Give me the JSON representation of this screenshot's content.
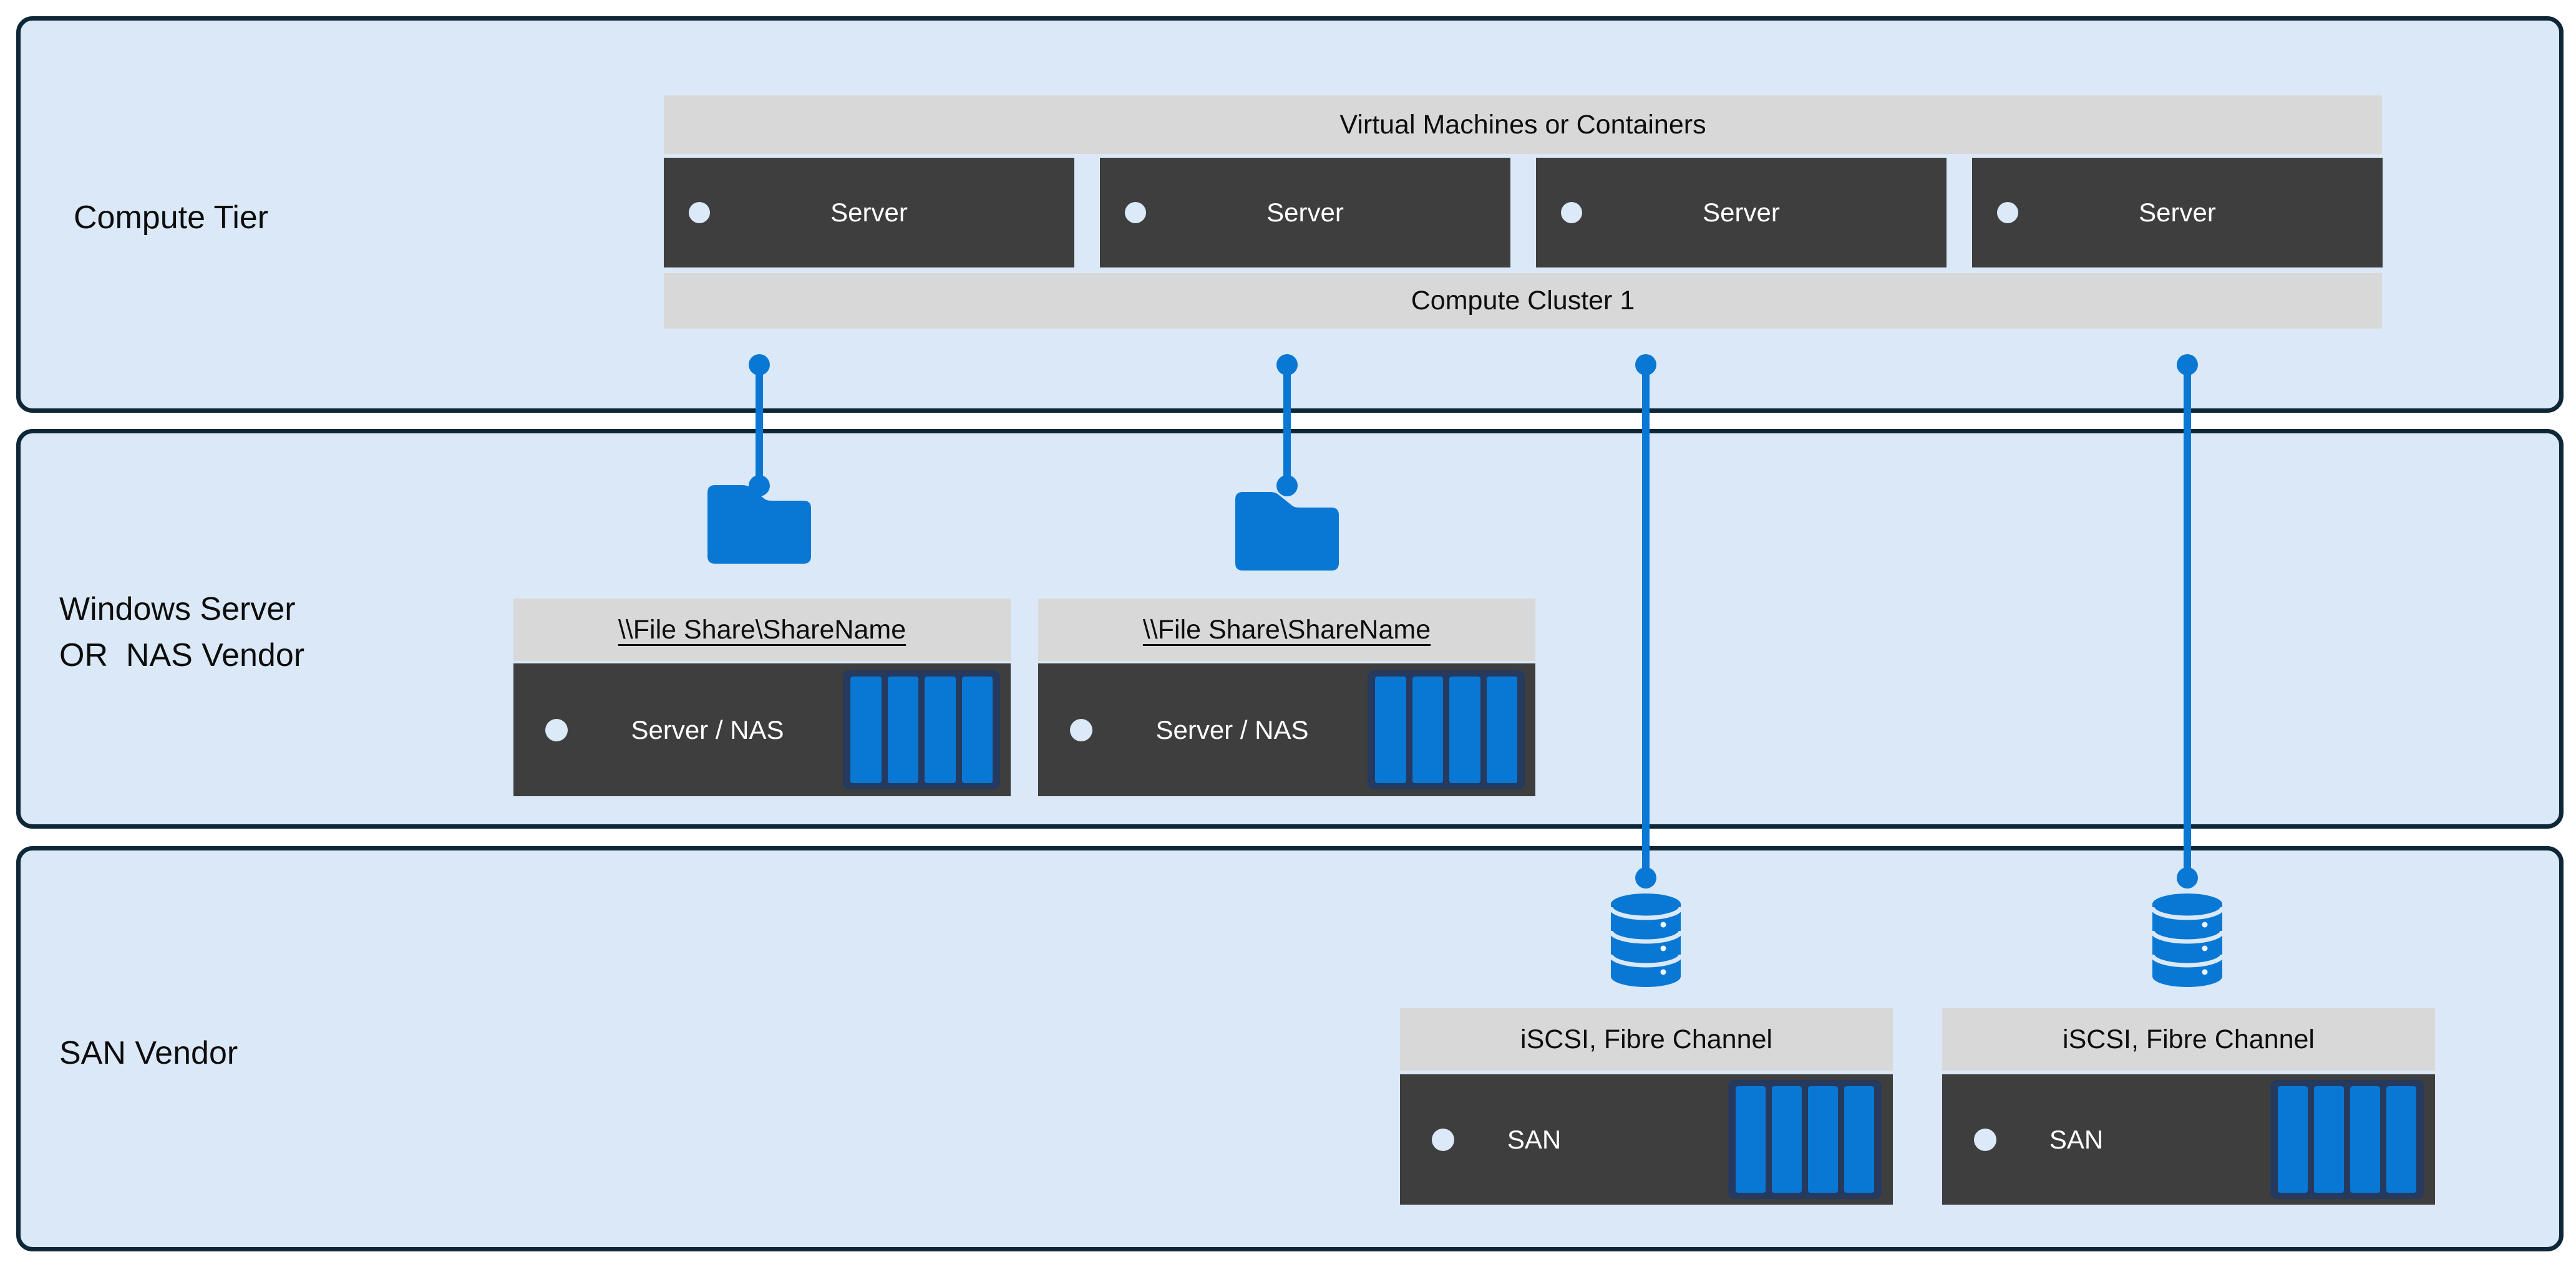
{
  "title": "Storage architecture diagram",
  "colors": {
    "accent_blue": "#0878d4",
    "tier_fill": "#dbe8f7",
    "tier_border": "#0d2737",
    "bar_gray": "#d8d8d8",
    "box_dark": "#3e3e3e",
    "disk_frame_navy": "#253a5e",
    "dot_light": "#dbe9f8",
    "text_dark": "#0d0d0d",
    "text_light": "#ffffff"
  },
  "tiers": [
    {
      "id": "compute",
      "label": "Compute Tier"
    },
    {
      "id": "file",
      "label_line1": "Windows Server",
      "label_line2": "OR  NAS Vendor"
    },
    {
      "id": "san",
      "label": "SAN Vendor"
    }
  ],
  "compute": {
    "header_label": "Virtual Machines or Containers",
    "servers": [
      "Server",
      "Server",
      "Server",
      "Server"
    ],
    "footer_label": "Compute Cluster 1"
  },
  "nas": {
    "columns": [
      {
        "share_path": "\\\\File Share\\ShareName",
        "label": "Server / NAS"
      },
      {
        "share_path": "\\\\File Share\\ShareName",
        "label": "Server / NAS"
      }
    ]
  },
  "san": {
    "columns": [
      {
        "protocol": "iSCSI, Fibre Channel",
        "label": "SAN"
      },
      {
        "protocol": "iSCSI, Fibre Channel",
        "label": "SAN"
      }
    ]
  },
  "icons": [
    "folder-icon",
    "database-icon",
    "status-dot-icon",
    "connector-dot"
  ]
}
